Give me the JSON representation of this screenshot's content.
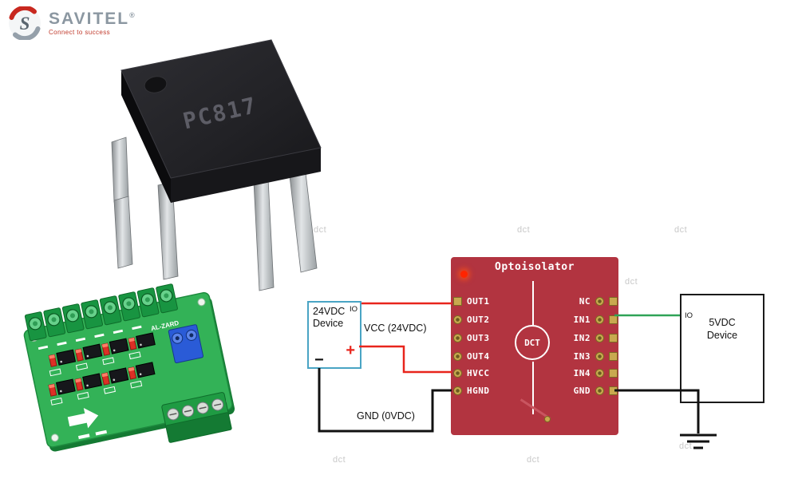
{
  "logo": {
    "brand": "SAVITEL",
    "registered": "®",
    "tagline": "Connect to success",
    "icon_letter": "S"
  },
  "chip": {
    "marking": "PC817"
  },
  "pcb": {
    "brand": "AL-ZARD"
  },
  "diagram": {
    "board": {
      "title": "Optoisolator",
      "center_label": "DCT",
      "left_pins": [
        "OUT1",
        "OUT2",
        "OUT3",
        "OUT4",
        "HVCC",
        "HGND"
      ],
      "right_pins": [
        "NC",
        "IN1",
        "IN2",
        "IN3",
        "IN4",
        "GND"
      ]
    },
    "left_device": {
      "line1": "24VDC",
      "line2": "Device",
      "io": "IO",
      "plus": "+",
      "minus": "−"
    },
    "right_device": {
      "line1": "5VDC",
      "line2": "Device",
      "io": "IO"
    },
    "labels": {
      "vcc": "VCC (24VDC)",
      "gnd": "GND (0VDC)"
    },
    "watermark": "dct"
  },
  "colors": {
    "board_red": "#b23440",
    "pad_gold": "#c9a94f",
    "wire_red": "#e8251c",
    "wire_green": "#2fa357",
    "wire_black": "#111111",
    "pcb_green": "#33b257",
    "device_border_blue": "#49a4c4",
    "brand_gray": "#8b97a1",
    "accent_red": "#c0392b"
  }
}
